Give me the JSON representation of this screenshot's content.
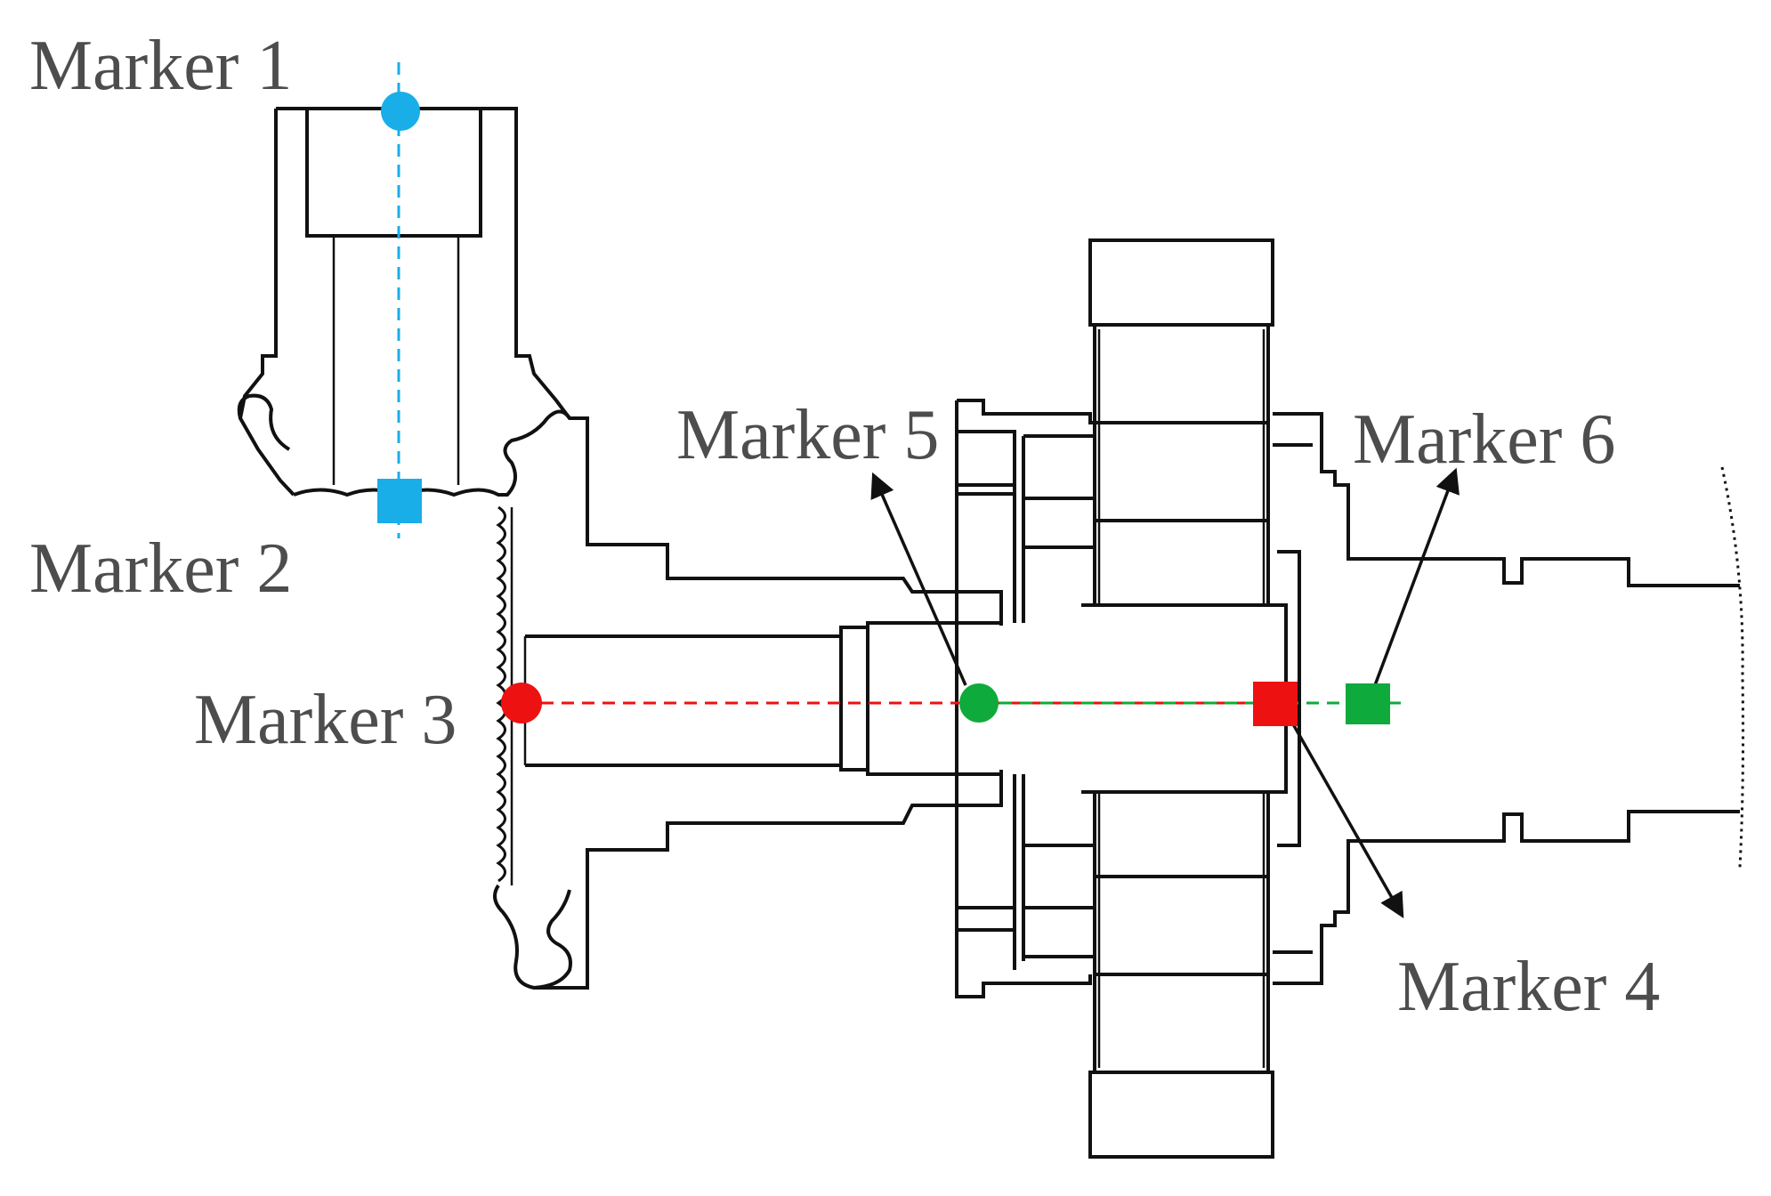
{
  "colors": {
    "line": "#111111",
    "label": "#4d4d4d",
    "blue": "#19aee8",
    "red": "#ee1111",
    "green": "#0faa3c"
  },
  "markers": [
    {
      "id": 1,
      "label": "Marker 1",
      "shape": "circle",
      "color": "#19aee8"
    },
    {
      "id": 2,
      "label": "Marker 2",
      "shape": "square",
      "color": "#19aee8"
    },
    {
      "id": 3,
      "label": "Marker 3",
      "shape": "circle",
      "color": "#ee1111"
    },
    {
      "id": 4,
      "label": "Marker 4",
      "shape": "square",
      "color": "#ee1111"
    },
    {
      "id": 5,
      "label": "Marker 5",
      "shape": "circle",
      "color": "#0faa3c"
    },
    {
      "id": 6,
      "label": "Marker 6",
      "shape": "square",
      "color": "#0faa3c"
    }
  ]
}
